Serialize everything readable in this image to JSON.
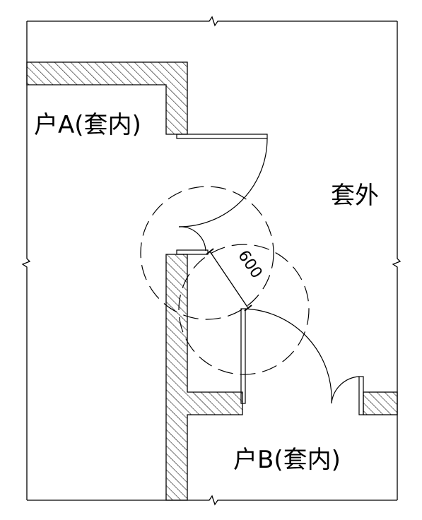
{
  "labels": {
    "unit_a": "户A(套内)",
    "outside": "套外",
    "unit_b": "户B(套内)",
    "dimension": "600"
  },
  "colors": {
    "line": "#000000",
    "background": "#ffffff"
  }
}
